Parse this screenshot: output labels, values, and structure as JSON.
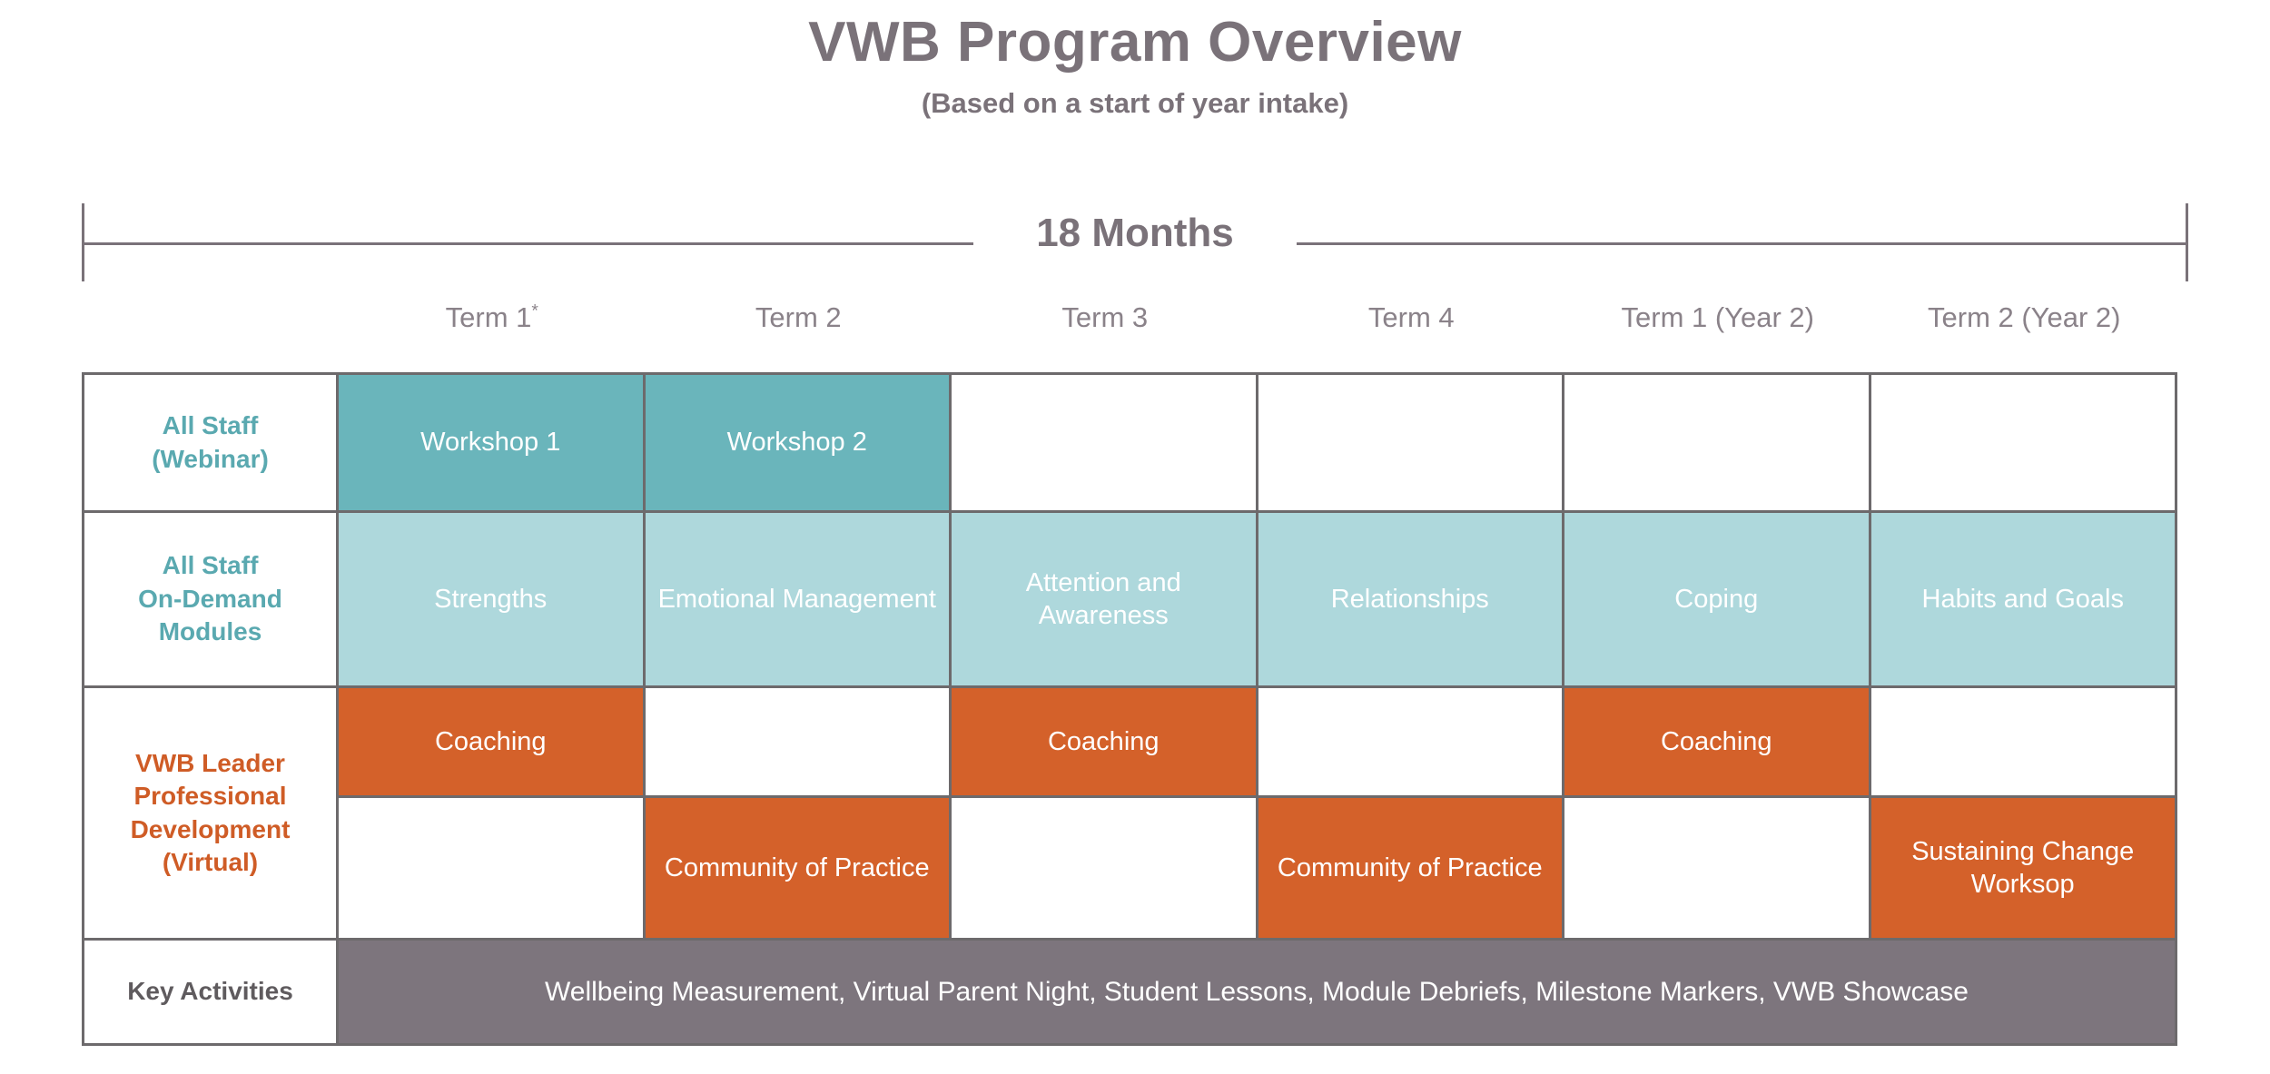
{
  "header": {
    "title": "VWB Program Overview",
    "subtitle": "(Based on a start of year intake)"
  },
  "duration": {
    "label": "18 Months"
  },
  "columns": [
    {
      "label": "Term 1",
      "marker": "*"
    },
    {
      "label": "Term 2",
      "marker": ""
    },
    {
      "label": "Term 3",
      "marker": ""
    },
    {
      "label": "Term 4",
      "marker": ""
    },
    {
      "label": "Term 1 (Year 2)",
      "marker": ""
    },
    {
      "label": "Term 2 (Year 2)",
      "marker": ""
    }
  ],
  "rows": [
    {
      "label": "All Staff\n(Webinar)",
      "label_lines": [
        "All Staff",
        "(Webinar)"
      ],
      "label_color": "#5aa9b0",
      "lines": [
        [
          {
            "text": "Workshop 1",
            "fill": "teal-dark"
          },
          {
            "text": "Workshop 2",
            "fill": "teal-dark"
          },
          {
            "text": "",
            "fill": "empty"
          },
          {
            "text": "",
            "fill": "empty"
          },
          {
            "text": "",
            "fill": "empty"
          },
          {
            "text": "",
            "fill": "empty"
          }
        ]
      ]
    },
    {
      "label": "All Staff On-Demand Modules",
      "label_lines": [
        "All Staff",
        "On-Demand",
        "Modules"
      ],
      "label_color": "#5aa9b0",
      "lines": [
        [
          {
            "text": "Strengths",
            "fill": "teal-light"
          },
          {
            "text": "Emotional Management",
            "fill": "teal-light"
          },
          {
            "text": "Attention and Awareness",
            "fill": "teal-light"
          },
          {
            "text": "Relationships",
            "fill": "teal-light"
          },
          {
            "text": "Coping",
            "fill": "teal-light"
          },
          {
            "text": "Habits and Goals",
            "fill": "teal-light"
          }
        ]
      ]
    },
    {
      "label": "VWB Leader Professional Development (Virtual)",
      "label_lines": [
        "VWB Leader",
        "Professional",
        "Development",
        "(Virtual)"
      ],
      "label_color": "#cf5c26",
      "lines": [
        [
          {
            "text": "Coaching",
            "fill": "orange"
          },
          {
            "text": "",
            "fill": "empty"
          },
          {
            "text": "Coaching",
            "fill": "orange"
          },
          {
            "text": "",
            "fill": "empty"
          },
          {
            "text": "Coaching",
            "fill": "orange"
          },
          {
            "text": "",
            "fill": "empty"
          }
        ],
        [
          {
            "text": "",
            "fill": "empty"
          },
          {
            "text": "Community of Practice",
            "fill": "orange"
          },
          {
            "text": "",
            "fill": "empty"
          },
          {
            "text": "Community of Practice",
            "fill": "orange"
          },
          {
            "text": "",
            "fill": "empty"
          },
          {
            "text": "Sustaining Change Worksop",
            "fill": "orange"
          }
        ]
      ]
    }
  ],
  "key_activities": {
    "label": "Key Activities",
    "text": "Wellbeing Measurement, Virtual Parent Night, Student Lessons, Module Debriefs, Milestone Markers, VWB Showcase"
  },
  "colors": {
    "teal_dark": "#6ab5bb",
    "teal_light": "#aed8dc",
    "orange": "#d4612a",
    "gray_band": "#7d757d",
    "text_gray": "#7a7279",
    "border": "#6d6a6c"
  }
}
